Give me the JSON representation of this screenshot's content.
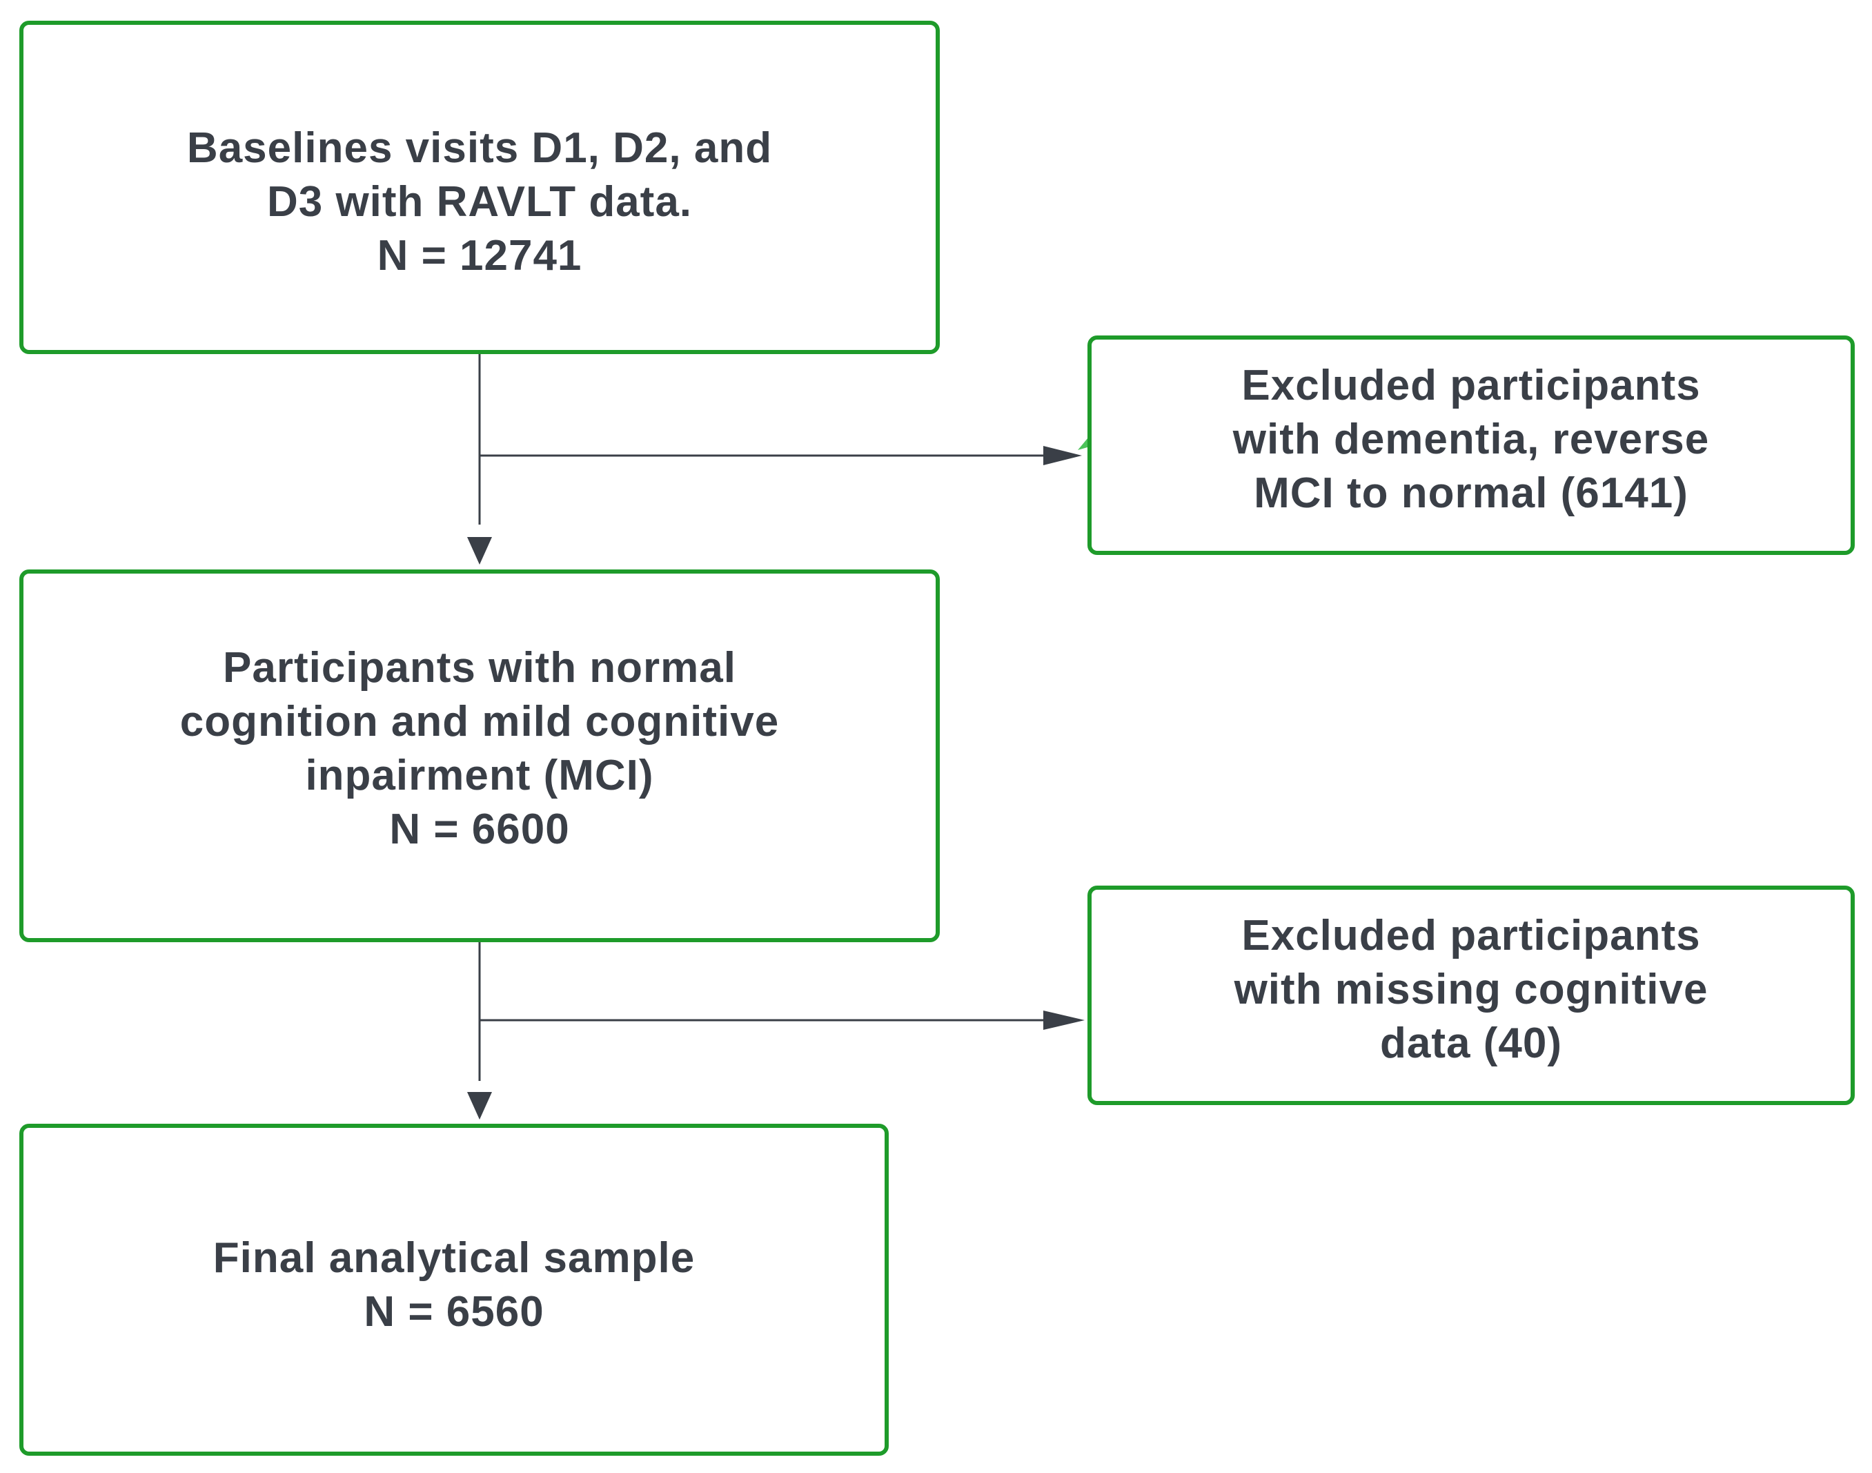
{
  "nodes": {
    "baseline": {
      "lines": [
        "Baselines visits D1, D2, and",
        "D3 with RAVLT data.",
        "N = 12741"
      ]
    },
    "excluded_dementia": {
      "lines": [
        "Excluded participants",
        "with dementia, reverse",
        "MCI to normal (6141)"
      ]
    },
    "normal_mci": {
      "lines": [
        "Participants with normal",
        "cognition and mild cognitive",
        "inpairment (MCI)",
        "N = 6600"
      ]
    },
    "excluded_missing": {
      "lines": [
        "Excluded participants",
        "with missing cognitive",
        "data (40)"
      ]
    },
    "final_sample": {
      "lines": [
        "Final analytical sample",
        "N = 6560"
      ]
    }
  },
  "edges": [
    {
      "from": "baseline",
      "to": "normal_mci"
    },
    {
      "from": "baseline",
      "to": "excluded_dementia"
    },
    {
      "from": "normal_mci",
      "to": "final_sample"
    },
    {
      "from": "normal_mci",
      "to": "excluded_missing"
    }
  ],
  "colors": {
    "box_border": "#1e9b2a",
    "text": "#3a3f47",
    "connector": "#3a3f47",
    "highlight_arrow": "#4cc35a"
  }
}
